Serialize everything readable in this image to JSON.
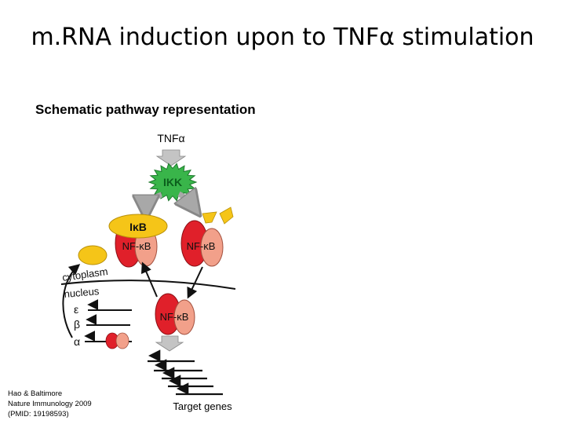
{
  "title": "m.RNA induction upon to TNFα stimulation",
  "subtitle": "Schematic pathway representation",
  "diagram": {
    "stimulus": "TNFα",
    "kinase": "IKK",
    "inhibitor": "IκB",
    "factor": "NF-κB",
    "compartment_upper": "cytoplasm",
    "compartment_lower": "nucleus",
    "genes": [
      "ε",
      "β",
      "α"
    ],
    "target_label": "Target genes",
    "colors": {
      "ikk": "#39b54a",
      "ikb": "#f5c518",
      "nfkb_red": "#e0202a",
      "nfkb_pink": "#f2a08a",
      "arrow_gray": "#b8b8b8"
    }
  },
  "citation": {
    "line1": "Hao & Baltimore",
    "line2": "Nature Immunology 2009",
    "line3": "(PMID: 19198593)"
  }
}
